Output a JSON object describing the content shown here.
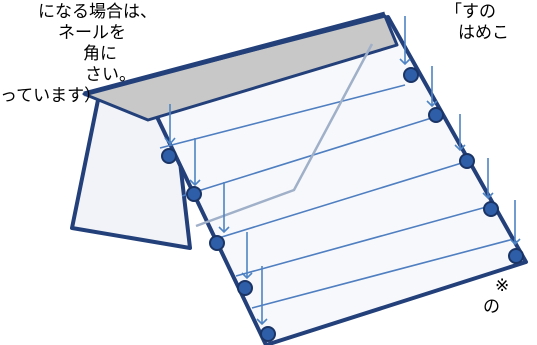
{
  "colors": {
    "outline": "#23407A",
    "fold_lines": "#4F7FC1",
    "roof_band": "#C8C8C8",
    "left_face": "#F1F3F8",
    "right_face": "#F7F8FB",
    "marker_fill": "#2F5EA8",
    "marker_ring": "#1A3466",
    "arrow": "#4F84C4",
    "diagonal": "#9FB0C8"
  },
  "icons": {
    "marker": "blue-dot-marker-icon",
    "arrow": "down-arrow-icon"
  },
  "notes": {
    "left": [
      "になる場合は、",
      "ネールを",
      "角に",
      "さい。",
      "っています）"
    ],
    "right": [
      "「すの",
      "はめこ"
    ],
    "bottom": [
      "※",
      "の"
    ]
  }
}
